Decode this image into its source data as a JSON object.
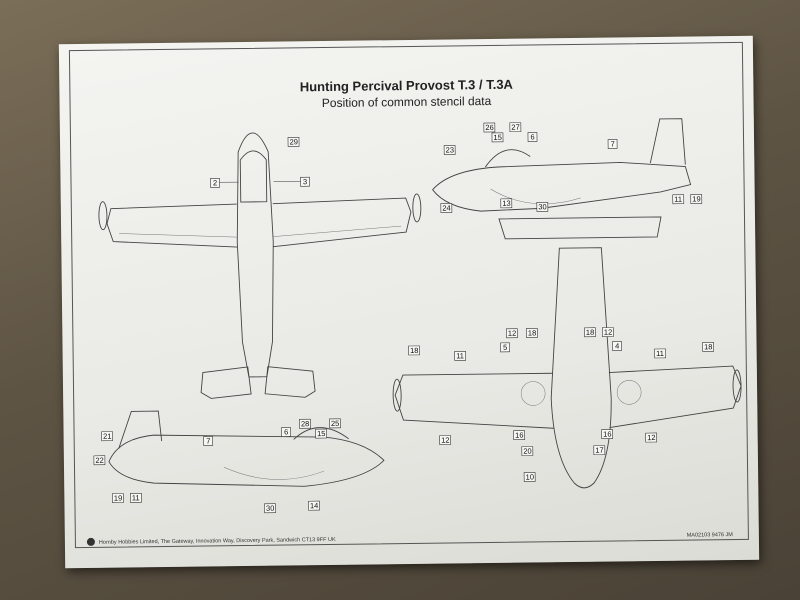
{
  "sheet": {
    "title": "Hunting Percival Provost T.3 / T.3A",
    "subtitle": "Position of common stencil data",
    "footer_company": "Hornby Hobbies Limited, The Gateway, Innovation Way, Discovery Park, Sandwich CT13 9FF UK",
    "footer_code": "MA02103 9476 JM"
  },
  "callouts": {
    "top_view": [
      "29",
      "2",
      "3"
    ],
    "side_right": [
      "26",
      "15",
      "27",
      "6",
      "7",
      "23",
      "24",
      "13",
      "30",
      "11",
      "19"
    ],
    "side_left": [
      "21",
      "22",
      "7",
      "6",
      "28",
      "15",
      "25",
      "19",
      "11",
      "30",
      "14"
    ],
    "underside": [
      "18",
      "11",
      "12",
      "18",
      "5",
      "18",
      "12",
      "4",
      "11",
      "18",
      "12",
      "16",
      "16",
      "12",
      "20",
      "17",
      "10"
    ]
  }
}
